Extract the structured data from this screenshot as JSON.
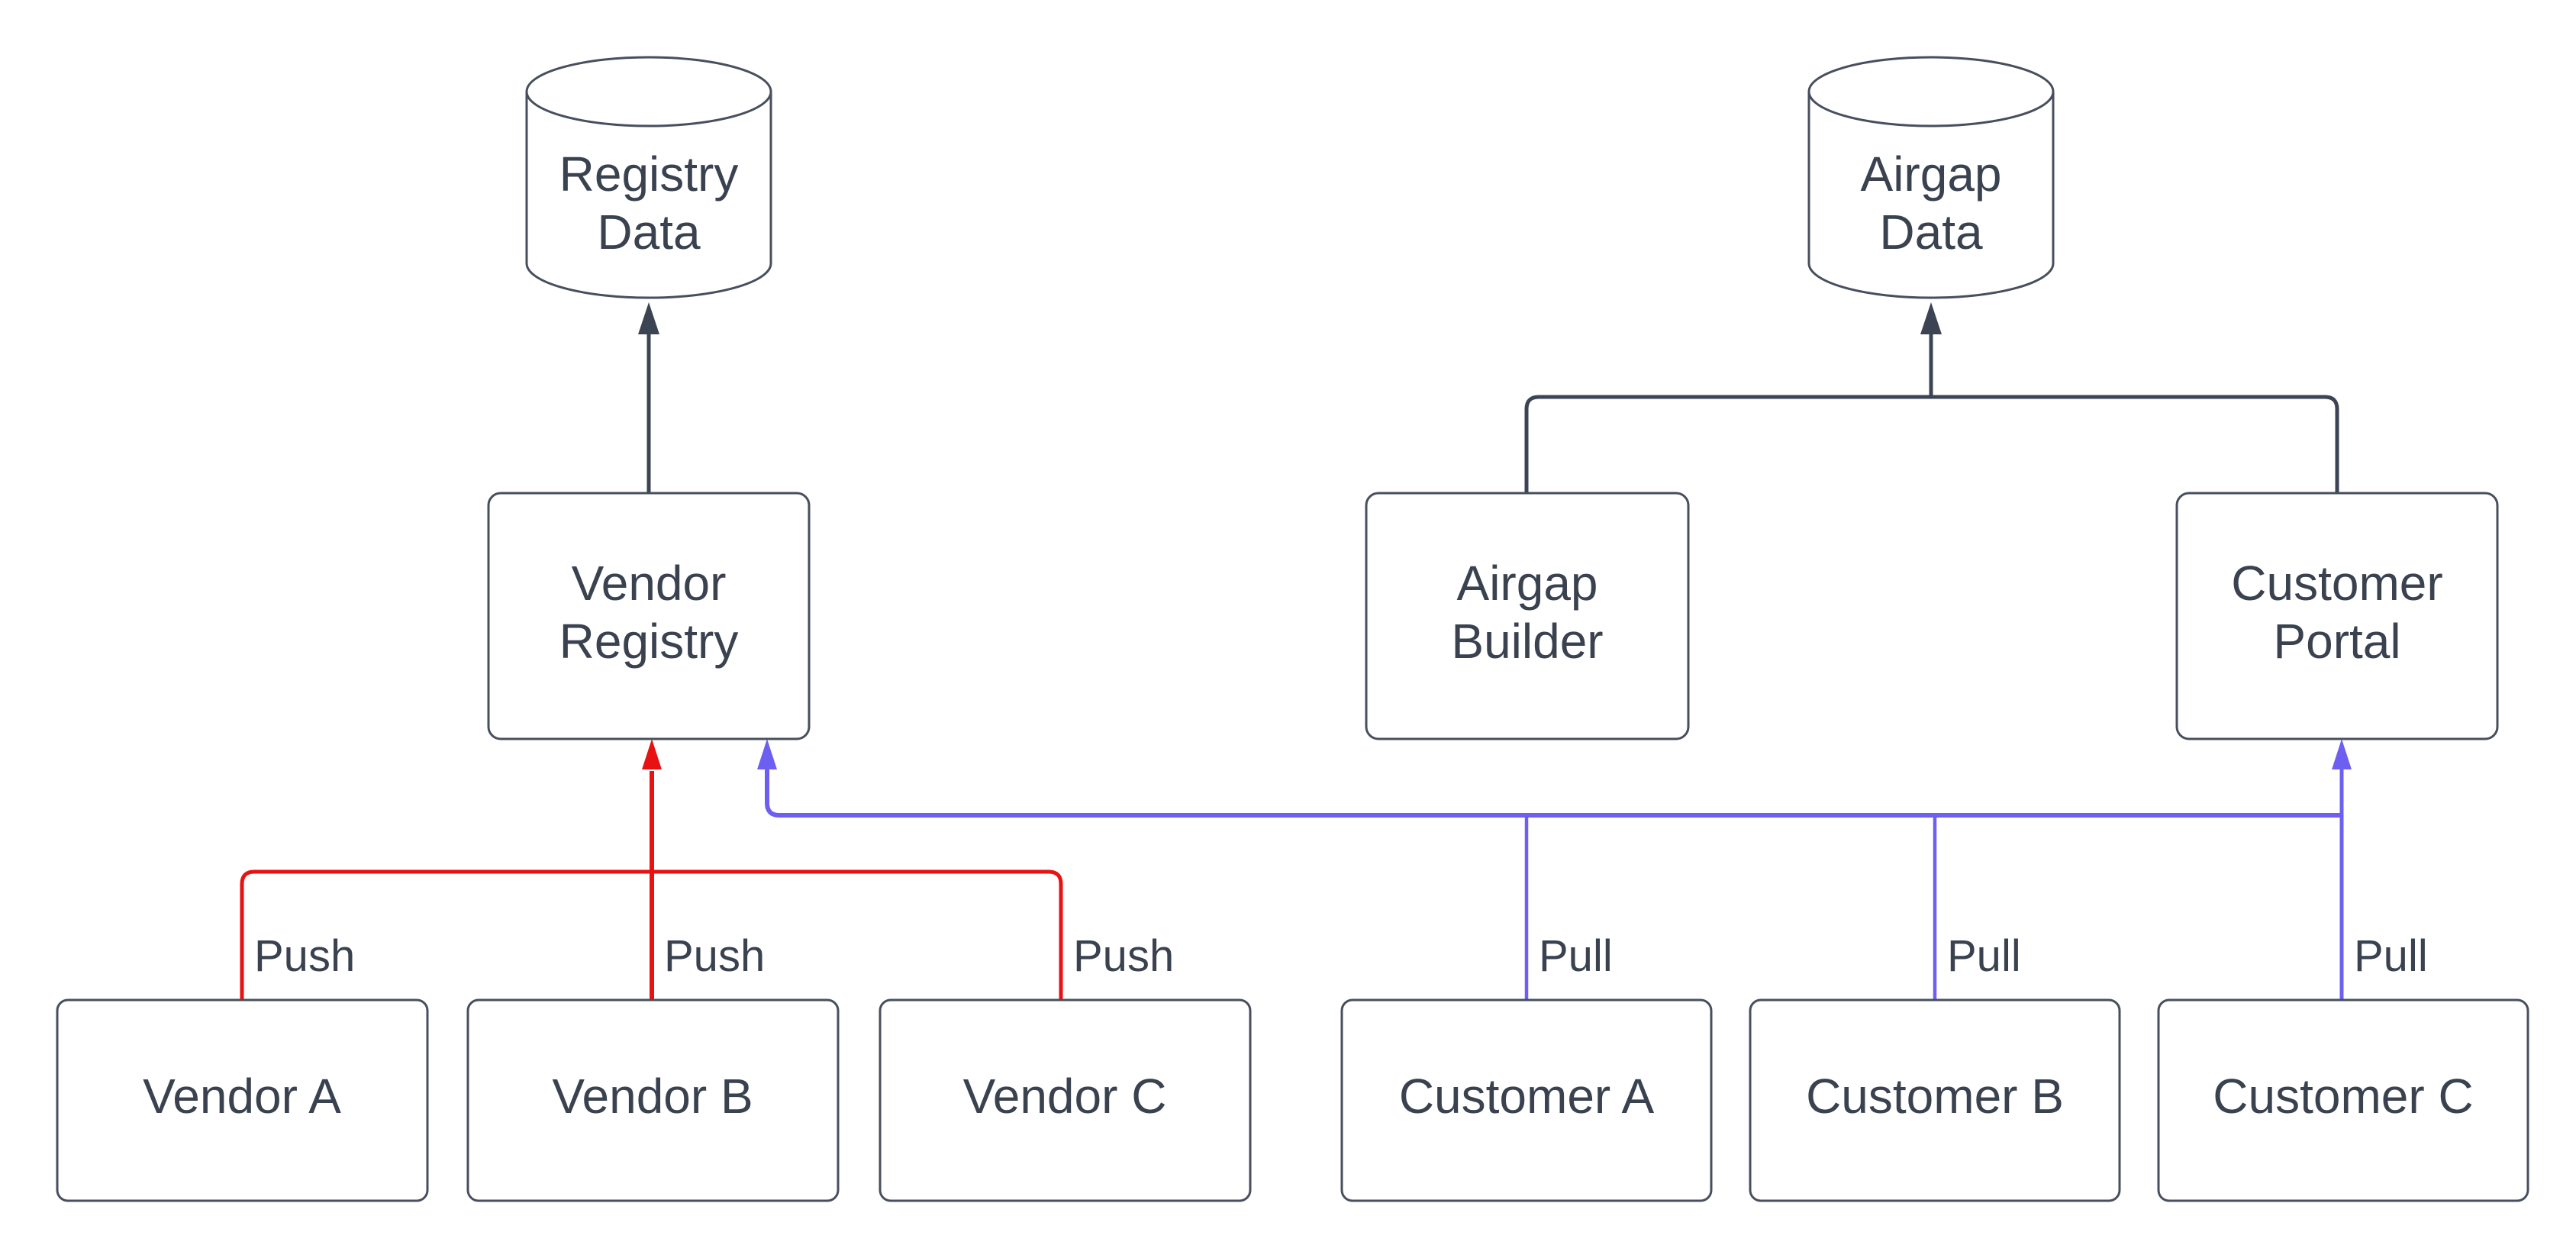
{
  "diagram": {
    "background_color": "#ffffff",
    "colors": {
      "node_border": "#474f5e",
      "node_fill": "#ffffff",
      "text": "#3a4250",
      "flow_arrow": "#3c4453",
      "push_arrow": "#e81212",
      "pull_arrow": "#6c5ff2"
    },
    "datastores": [
      {
        "id": "registry-data",
        "line1": "Registry",
        "line2": "Data"
      },
      {
        "id": "airgap-data",
        "line1": "Airgap",
        "line2": "Data"
      }
    ],
    "services": [
      {
        "id": "vendor-registry",
        "line1": "Vendor",
        "line2": "Registry"
      },
      {
        "id": "airgap-builder",
        "line1": "Airgap",
        "line2": "Builder"
      },
      {
        "id": "customer-portal",
        "line1": "Customer",
        "line2": "Portal"
      }
    ],
    "vendors": [
      {
        "label": "Vendor A"
      },
      {
        "label": "Vendor B"
      },
      {
        "label": "Vendor C"
      }
    ],
    "customers": [
      {
        "label": "Customer A"
      },
      {
        "label": "Customer B"
      },
      {
        "label": "Customer C"
      }
    ],
    "push_labels": [
      "Push",
      "Push",
      "Push"
    ],
    "pull_labels": [
      "Pull",
      "Pull",
      "Pull"
    ]
  }
}
